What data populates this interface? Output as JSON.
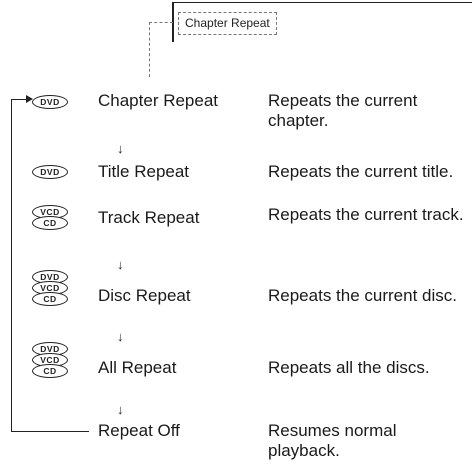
{
  "osd": {
    "label": "Chapter Repeat"
  },
  "rows": [
    {
      "badges": [
        "DVD"
      ],
      "mode": "Chapter Repeat",
      "desc": "Repeats the current chapter."
    },
    {
      "badges": [
        "DVD"
      ],
      "mode": "Title Repeat",
      "desc": "Repeats the current title."
    },
    {
      "badges": [
        "VCD",
        "CD"
      ],
      "mode": "Track Repeat",
      "desc": "Repeats the current track."
    },
    {
      "badges": [
        "DVD",
        "VCD",
        "CD"
      ],
      "mode": "Disc Repeat",
      "desc": "Repeats the current disc."
    },
    {
      "badges": [
        "DVD",
        "VCD",
        "CD"
      ],
      "mode": "All Repeat",
      "desc": "Repeats all the discs."
    },
    {
      "badges": [],
      "mode": "Repeat Off",
      "desc": "Resumes normal playback."
    }
  ],
  "arrow_glyph": "↓"
}
